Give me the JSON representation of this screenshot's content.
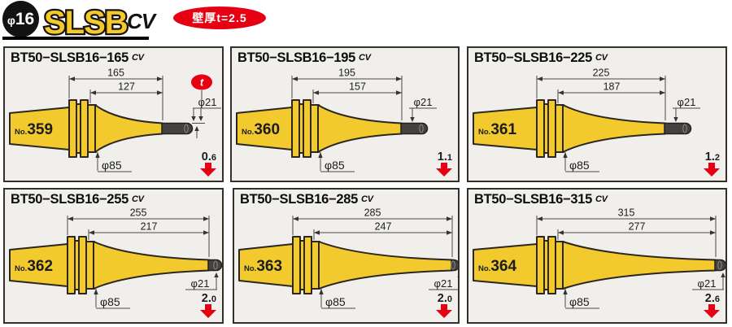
{
  "header": {
    "diameter_badge": "φ16",
    "logo": "SLSB",
    "logo_suffix": "CV",
    "thickness_badge": "壁厚t=2.5"
  },
  "shared": {
    "cv_label": "CV",
    "no_prefix": "No."
  },
  "panels": [
    {
      "title": "BT50−SLSB16−165",
      "no": "359",
      "dim_total": "165",
      "dim_projection": "127",
      "dia_tip": "φ21",
      "dia_flange": "φ85",
      "weight_kg": "0.6",
      "t_marker": "t"
    },
    {
      "title": "BT50−SLSB16−195",
      "no": "360",
      "dim_total": "195",
      "dim_projection": "157",
      "dia_tip": "φ21",
      "dia_flange": "φ85",
      "weight_kg": "1.1"
    },
    {
      "title": "BT50−SLSB16−225",
      "no": "361",
      "dim_total": "225",
      "dim_projection": "187",
      "dia_tip": "φ21",
      "dia_flange": "φ85",
      "weight_kg": "1.2"
    },
    {
      "title": "BT50−SLSB16−255",
      "no": "362",
      "dim_total": "255",
      "dim_projection": "217",
      "dia_tip": "φ21",
      "dia_flange": "φ85",
      "weight_kg": "2.0"
    },
    {
      "title": "BT50−SLSB16−285",
      "no": "363",
      "dim_total": "285",
      "dim_projection": "247",
      "dia_tip": "φ21",
      "dia_flange": "φ85",
      "weight_kg": "2.0"
    },
    {
      "title": "BT50−SLSB16−315",
      "no": "364",
      "dim_total": "315",
      "dim_projection": "277",
      "dia_tip": "φ21",
      "dia_flange": "φ85",
      "weight_kg": "2.6"
    }
  ]
}
